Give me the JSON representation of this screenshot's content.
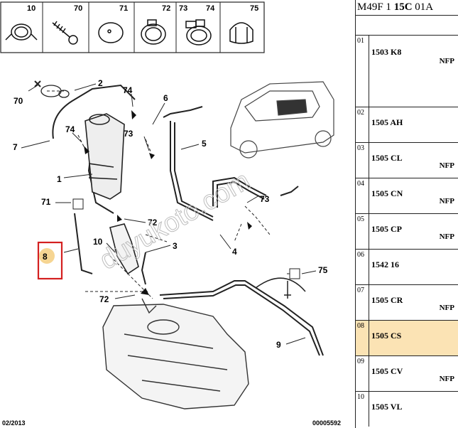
{
  "header": {
    "prefix": "M49F 1 ",
    "bold": "15C",
    "suffix": " 01A"
  },
  "strip_labels": [
    "10",
    "70",
    "71",
    "72",
    "73",
    "74",
    "75"
  ],
  "callouts": {
    "c70": "70",
    "c2": "2",
    "c74a": "74",
    "c6": "6",
    "c7": "7",
    "c74b": "74",
    "c73a": "73",
    "c5": "5",
    "c1": "1",
    "c71": "71",
    "c72a": "72",
    "c10": "10",
    "c3": "3",
    "c73b": "73",
    "c4": "4",
    "c8": "8",
    "c75": "75",
    "c72b": "72",
    "c9": "9"
  },
  "watermark": "duyukoto.com",
  "footer": {
    "date": "02/2013",
    "ref": "00005592"
  },
  "highlight_color": "#d42020",
  "selected_color": "#fbe3b4",
  "parts": [
    {
      "num": "01",
      "code": "1503 K8",
      "nfp": "NFP"
    },
    {
      "num": "02",
      "code": "1505 AH",
      "nfp": ""
    },
    {
      "num": "03",
      "code": "1505 CL",
      "nfp": "NFP"
    },
    {
      "num": "04",
      "code": "1505 CN",
      "nfp": "NFP"
    },
    {
      "num": "05",
      "code": "1505 CP",
      "nfp": "NFP"
    },
    {
      "num": "06",
      "code": "1542 16",
      "nfp": ""
    },
    {
      "num": "07",
      "code": "1505 CR",
      "nfp": "NFP"
    },
    {
      "num": "08",
      "code": "1505 CS",
      "nfp": ""
    },
    {
      "num": "09",
      "code": "1505 CV",
      "nfp": "NFP"
    },
    {
      "num": "10",
      "code": "1505 VL",
      "nfp": ""
    }
  ]
}
